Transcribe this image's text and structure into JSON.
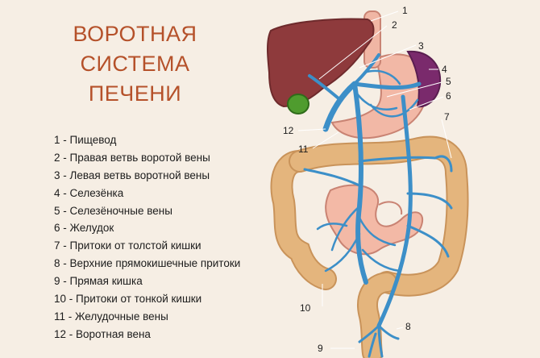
{
  "title_lines": [
    "ВОРОТНАЯ",
    "СИСТЕМА",
    "ПЕЧЕНИ"
  ],
  "legend": [
    "1 - Пищевод",
    "2 - Правая ветвь воротой вены",
    "3 - Левая ветвь воротной вены",
    "4 - Селезёнка",
    "5 - Селезёночные вены",
    "6 - Желудок",
    "7 - Притоки от толстой кишки",
    "8 - Верхние прямокишечные притоки",
    "9 - Прямая кишка",
    "10 - Притоки от тонкой кишки",
    "11 - Желудочные вены",
    "12 - Воротная вена"
  ],
  "callouts": [
    "1",
    "2",
    "3",
    "4",
    "5",
    "6",
    "7",
    "8",
    "9",
    "10",
    "11",
    "12"
  ],
  "colors": {
    "title": "#b5512a",
    "liver": "#8e3a3c",
    "gallbladder": "#4f9c2e",
    "stomach": "#f0b6a4",
    "spleen": "#7a2a6c",
    "intestine": "#e2b27a",
    "vein": "#3c8fc8"
  }
}
